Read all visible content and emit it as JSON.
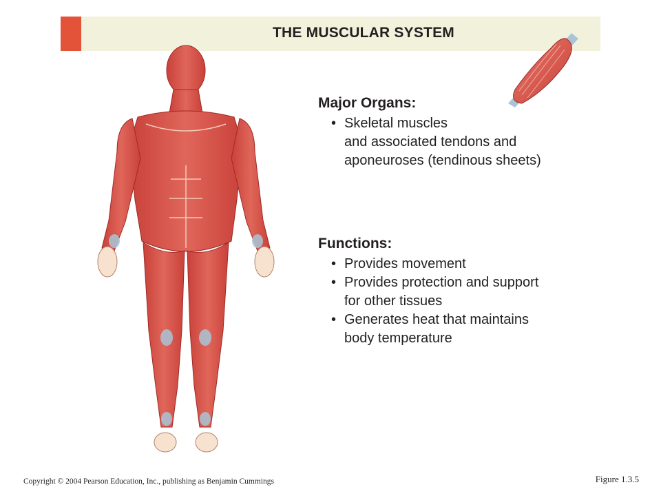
{
  "header": {
    "title": "THE MUSCULAR SYSTEM",
    "accent_color": "#e2533a",
    "background_color": "#f2f1dc"
  },
  "major_organs": {
    "heading": "Major Organs:",
    "items": [
      {
        "lines": [
          "Skeletal muscles",
          "and associated tendons and",
          "aponeuroses (tendinous sheets)"
        ]
      }
    ]
  },
  "functions": {
    "heading": "Functions:",
    "items": [
      {
        "lines": [
          "Provides movement"
        ]
      },
      {
        "lines": [
          "Provides protection and support",
          "for other tissues"
        ]
      },
      {
        "lines": [
          "Generates heat that maintains",
          "body temperature"
        ]
      }
    ]
  },
  "footer": {
    "copyright": "Copyright © 2004 Pearson Education, Inc., publishing as Benjamin Cummings",
    "figure_number": "Figure 1.3.5"
  },
  "illustrations": {
    "body_figure": "human-muscular-figure-icon",
    "muscle": "skeletal-muscle-icon",
    "muscle_color": "#e0584a",
    "tendon_color": "#a9c4d6"
  }
}
